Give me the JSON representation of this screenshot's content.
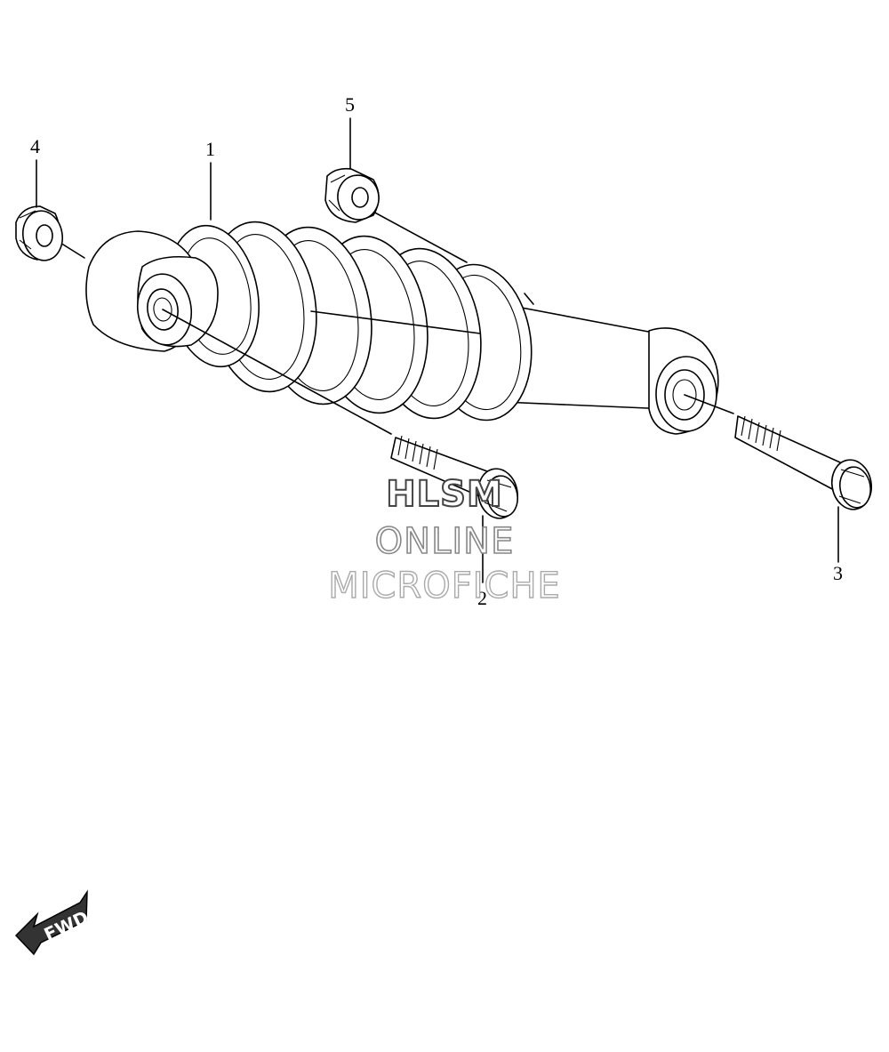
{
  "callouts": {
    "c1": "1",
    "c2": "2",
    "c3": "3",
    "c4": "4",
    "c5": "5"
  },
  "watermark": {
    "line1": "HLSM",
    "line2": "ONLINE",
    "line3": "MICROFICHE"
  },
  "direction_badge": {
    "label": "FWD"
  },
  "colors": {
    "line": "#000000",
    "background": "#ffffff",
    "badge": "#333333"
  }
}
